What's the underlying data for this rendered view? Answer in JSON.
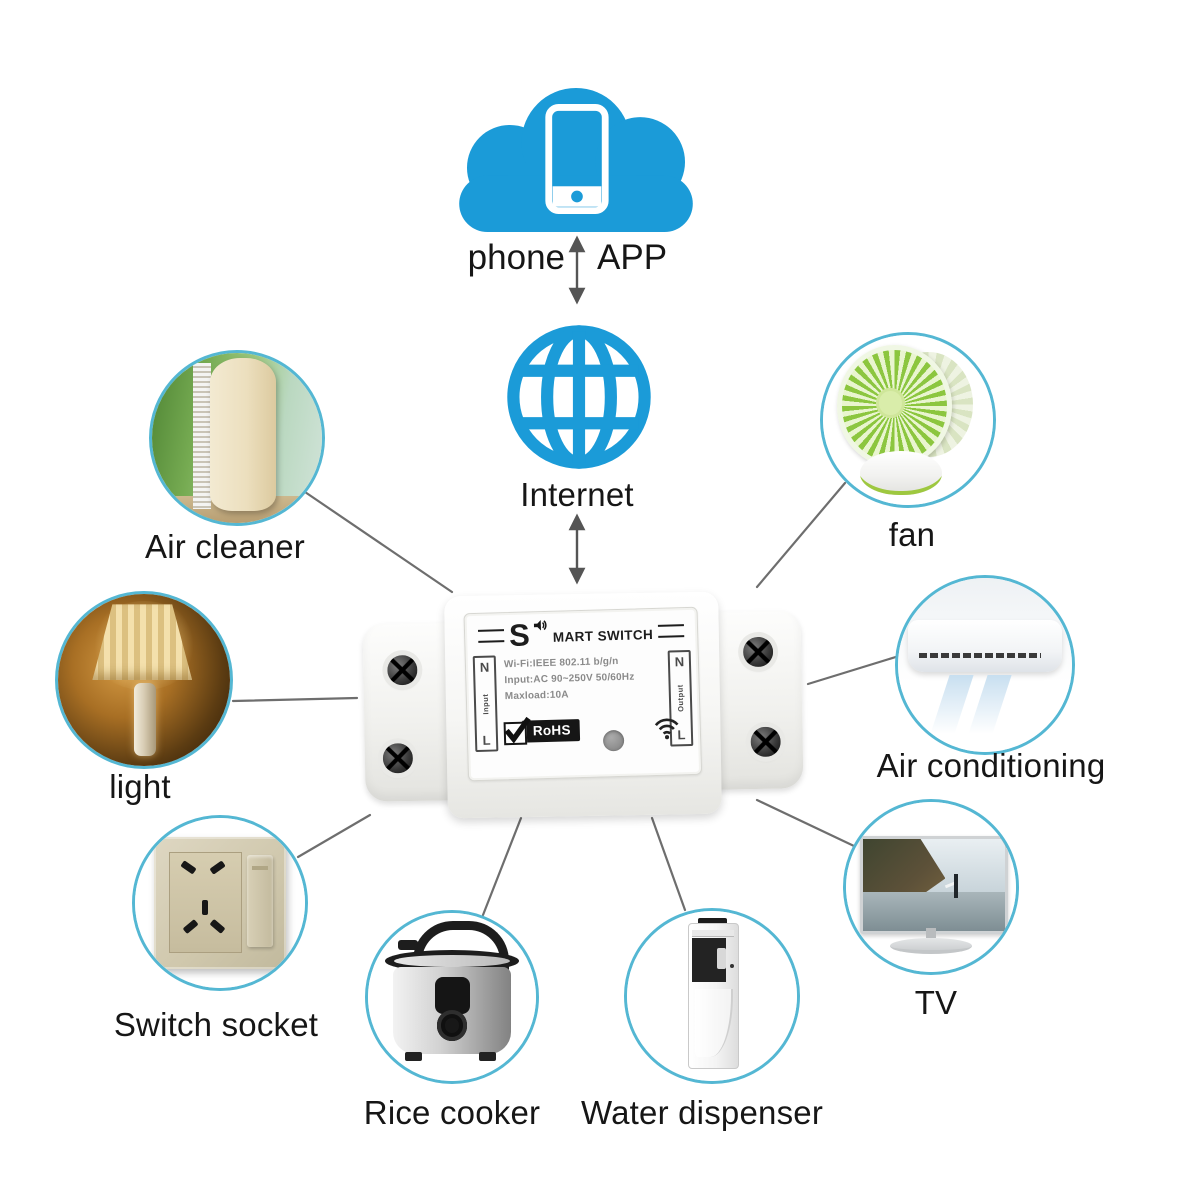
{
  "figure": {
    "phone_label": "phone",
    "app_label": "APP",
    "internet_label": "Internet"
  },
  "device": {
    "title_s": "S",
    "title_rest": "MART SWITCH",
    "terminals": {
      "left": {
        "top": "N",
        "label": "Input",
        "bottom": "L"
      },
      "right": {
        "top": "N",
        "label": "Output",
        "bottom": "L"
      }
    },
    "specs": [
      "Wi-Fi:IEEE 802.11 b/g/n",
      "Input:AC 90~250V 50/60Hz",
      "Maxload:10A"
    ],
    "rohs": "RoHS"
  },
  "appliances": [
    {
      "id": "air-cleaner",
      "label": "Air cleaner"
    },
    {
      "id": "fan",
      "label": "fan"
    },
    {
      "id": "light",
      "label": "light"
    },
    {
      "id": "air-conditioning",
      "label": "Air conditioning"
    },
    {
      "id": "switch-socket",
      "label": "Switch socket"
    },
    {
      "id": "tv",
      "label": "TV"
    },
    {
      "id": "rice-cooker",
      "label": "Rice cooker"
    },
    {
      "id": "water-dispenser",
      "label": "Water dispenser"
    }
  ],
  "icons": {
    "cloud": "cloud",
    "phone": "smartphone",
    "globe": "internet-globe",
    "speaker": "speaker-waves",
    "wifi": "wifi-signal",
    "check": "checkmark",
    "arrows": "double-headed-arrow",
    "screw": "screw-head",
    "led": "led-button"
  },
  "colors": {
    "brand_blue": "#1b9bd8",
    "circle_border": "#54b7d3",
    "line_gray": "#6e6e6e",
    "text": "#161616"
  }
}
